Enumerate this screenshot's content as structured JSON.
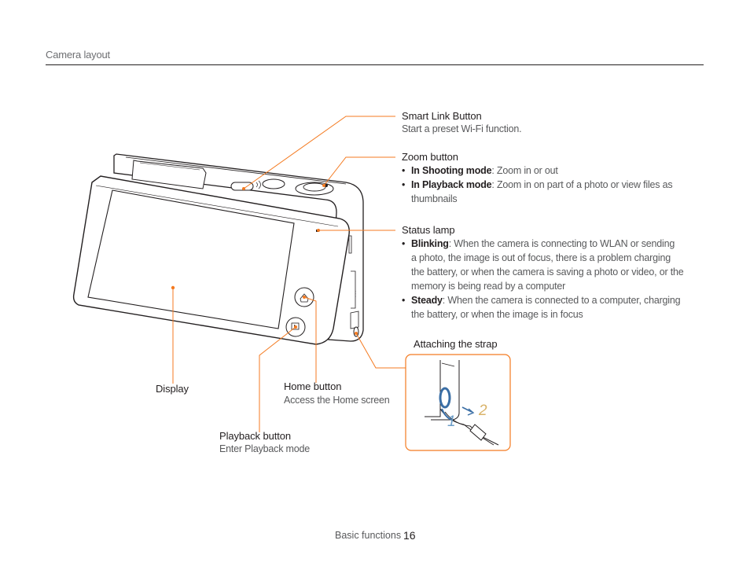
{
  "header": {
    "section": "Camera layout"
  },
  "callouts": {
    "smart_link": {
      "title": "Smart Link Button",
      "desc": "Start a preset Wi-Fi function."
    },
    "zoom": {
      "title": "Zoom button",
      "items": [
        {
          "term": "In Shooting mode",
          "text": ": Zoom in or out"
        },
        {
          "term": "In Playback mode",
          "text": ": Zoom in on part of a photo or view files as",
          "cont": "thumbnails"
        }
      ]
    },
    "status_lamp": {
      "title": "Status lamp",
      "items": [
        {
          "term": "Blinking",
          "text": ": When the camera is connecting to WLAN or sending",
          "lines": [
            "a photo, the image is out of focus, there is a problem charging",
            "the battery, or when the camera is saving a photo or video, or the",
            "memory is being read by a computer"
          ]
        },
        {
          "term": "Steady",
          "text": ": When the camera is connected to a computer, charging",
          "lines": [
            "the battery, or when the image is in focus"
          ]
        }
      ]
    },
    "strap": {
      "title": "Attaching the strap",
      "step1": "1",
      "step2": "2"
    },
    "display": {
      "title": "Display"
    },
    "home": {
      "title": "Home button",
      "desc": "Access the Home screen"
    },
    "playback": {
      "title": "Playback button",
      "desc": "Enter Playback mode"
    }
  },
  "footer": {
    "label": "Basic functions",
    "page": "16"
  },
  "colors": {
    "leader": "#f47a20",
    "text": "#231f20",
    "muted": "#58595b"
  }
}
